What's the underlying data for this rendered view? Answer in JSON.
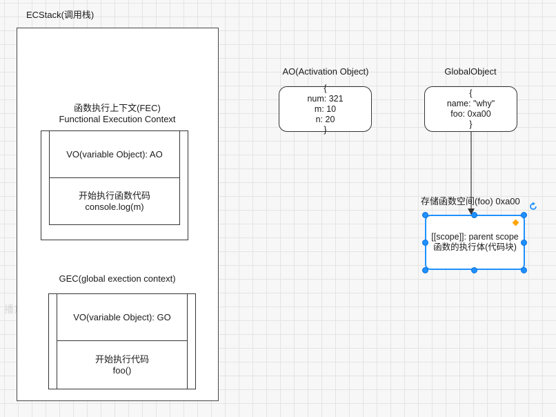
{
  "ecstack": {
    "title": "ECStack(调用栈)"
  },
  "fec": {
    "title_cn": "函数执行上下文(FEC)",
    "title_en": "Functional Execution Context",
    "vo_label": "VO(variable Object): AO",
    "exec_line1": "开始执行函数代码",
    "exec_line2": "console.log(m)"
  },
  "gec": {
    "title": "GEC(global exection context)",
    "vo_label": "VO(variable Object): GO",
    "exec_line1": "开始执行代码",
    "exec_line2": "foo()"
  },
  "ao": {
    "title": "AO(Activation Object)",
    "open_brace": "{",
    "lines": [
      "num: 321",
      "m: 10",
      "n: 20"
    ],
    "close_brace": "}"
  },
  "go": {
    "title": "GlobalObject",
    "open_brace": "{",
    "lines": [
      "name: \"why\"",
      "foo: 0xa00"
    ],
    "close_brace": "}"
  },
  "func_space": {
    "title": "存储函数空间(foo) 0xa00",
    "line1": "[[scope]]: parent scope",
    "line2": "函数的执行体(代码块)"
  },
  "watermark": "播放器WEB版",
  "colors": {
    "selection": "#1e90ff",
    "border": "#333333",
    "grid": "#e4e4e4",
    "canvas": "#f7f7f7",
    "handle_orange": "#ffa500"
  }
}
